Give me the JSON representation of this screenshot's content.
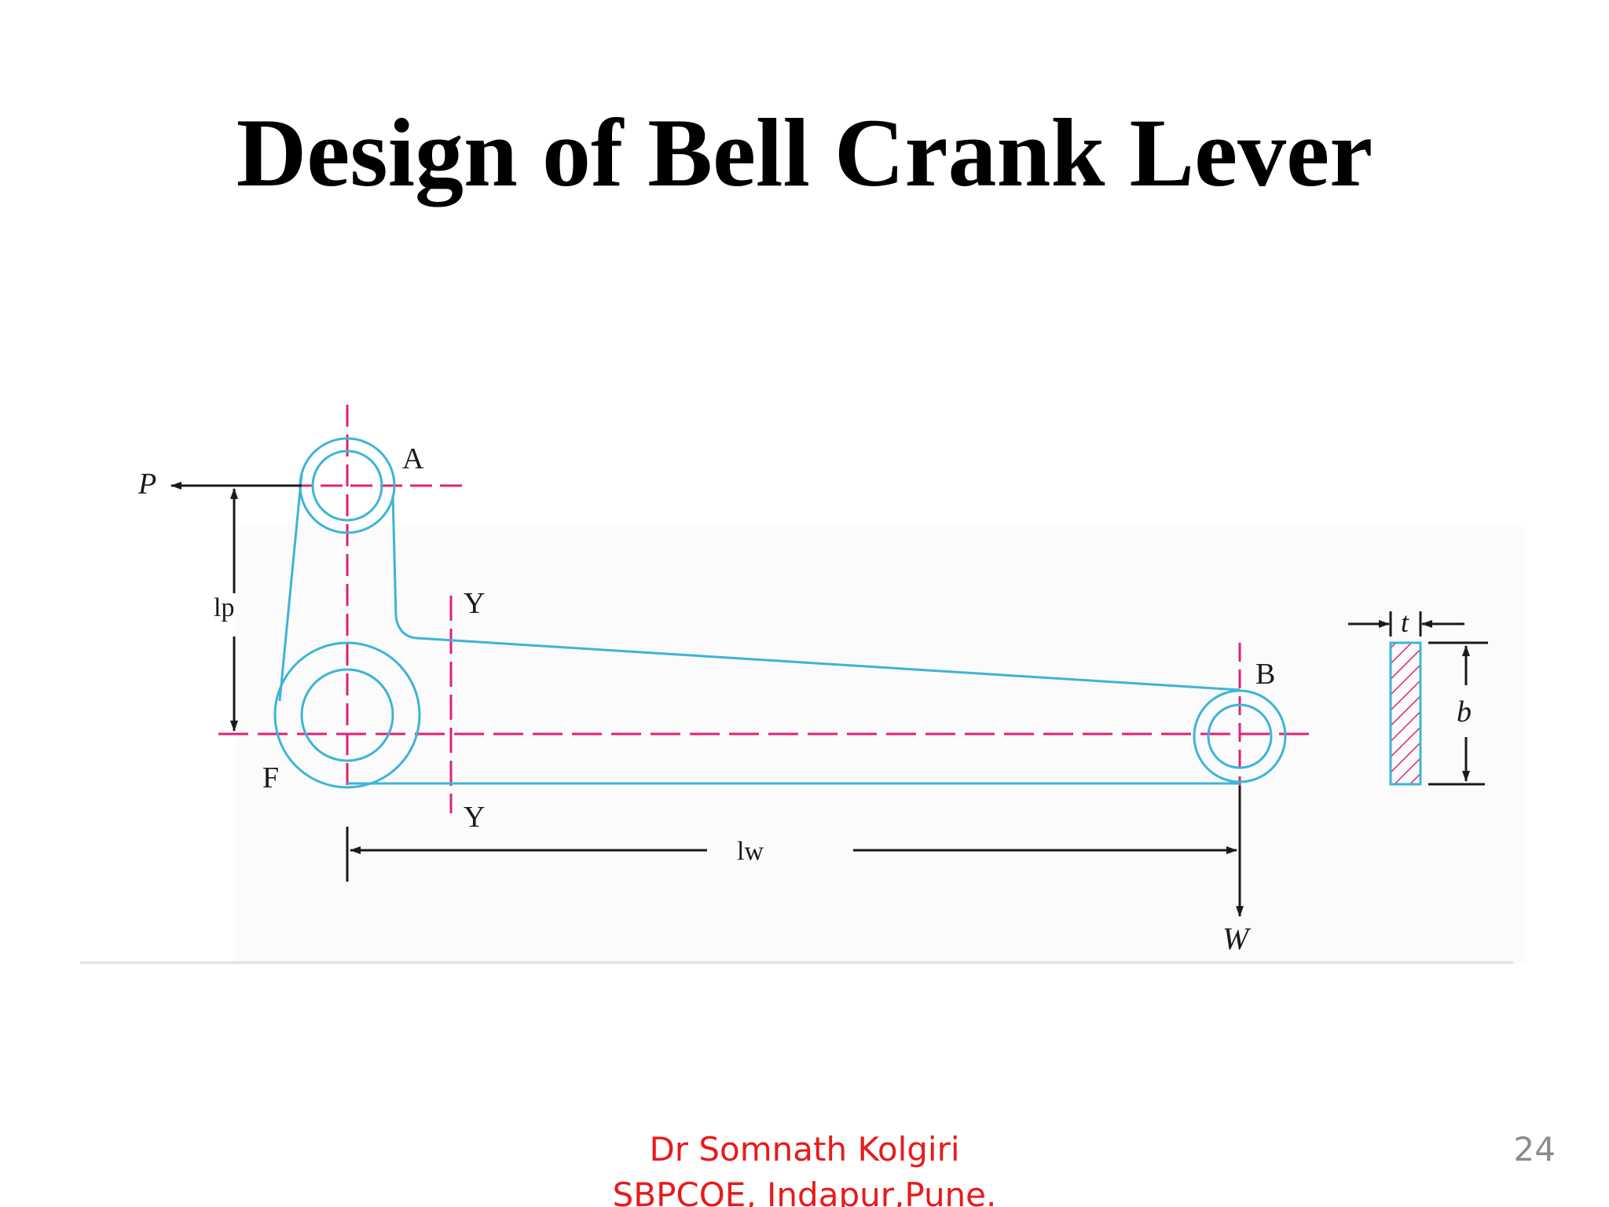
{
  "title": "Design of Bell Crank Lever",
  "diagram": {
    "labels": {
      "force_p": "P",
      "point_a": "A",
      "section_y_top": "Y",
      "section_y_bottom": "Y",
      "length_p": "lp",
      "point_b": "B",
      "fulcrum_f": "F",
      "length_w": "lw",
      "load_w": "W",
      "thickness_t": "t",
      "width_b": "b"
    },
    "colors": {
      "outline": "#3db4d8",
      "centerline": "#e0207a",
      "dimension": "#1a1a1a",
      "hatch": "#e0207a"
    }
  },
  "footer": {
    "line1": "Dr Somnath Kolgiri",
    "line2": "SBPCOE, Indapur,Pune."
  },
  "page_number": "24"
}
